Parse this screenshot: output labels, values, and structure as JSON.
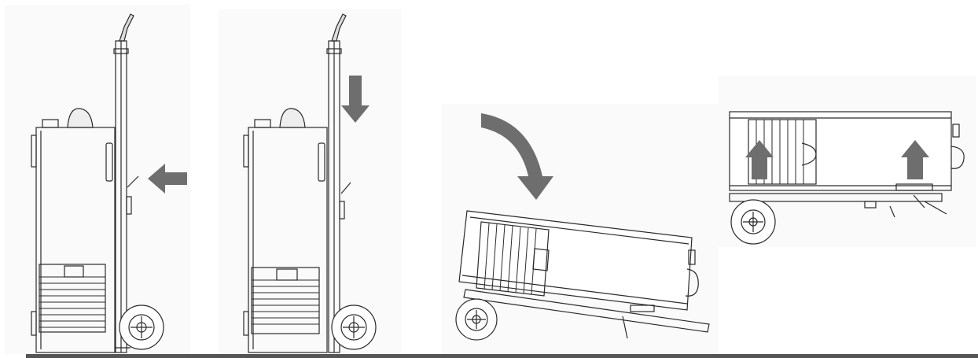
{
  "diagram": {
    "steps": [
      {
        "id": "step-1",
        "arrow": "push-left"
      },
      {
        "id": "step-2",
        "arrow": "press-down"
      },
      {
        "id": "step-3",
        "arrow": "tilt-clockwise"
      },
      {
        "id": "step-4",
        "arrow": "lift-up"
      }
    ]
  },
  "colors": {
    "arrow": "#6e6e6e",
    "line": "#2a2a2a",
    "panel_bg": "#fafafa",
    "bar": "#555555"
  }
}
